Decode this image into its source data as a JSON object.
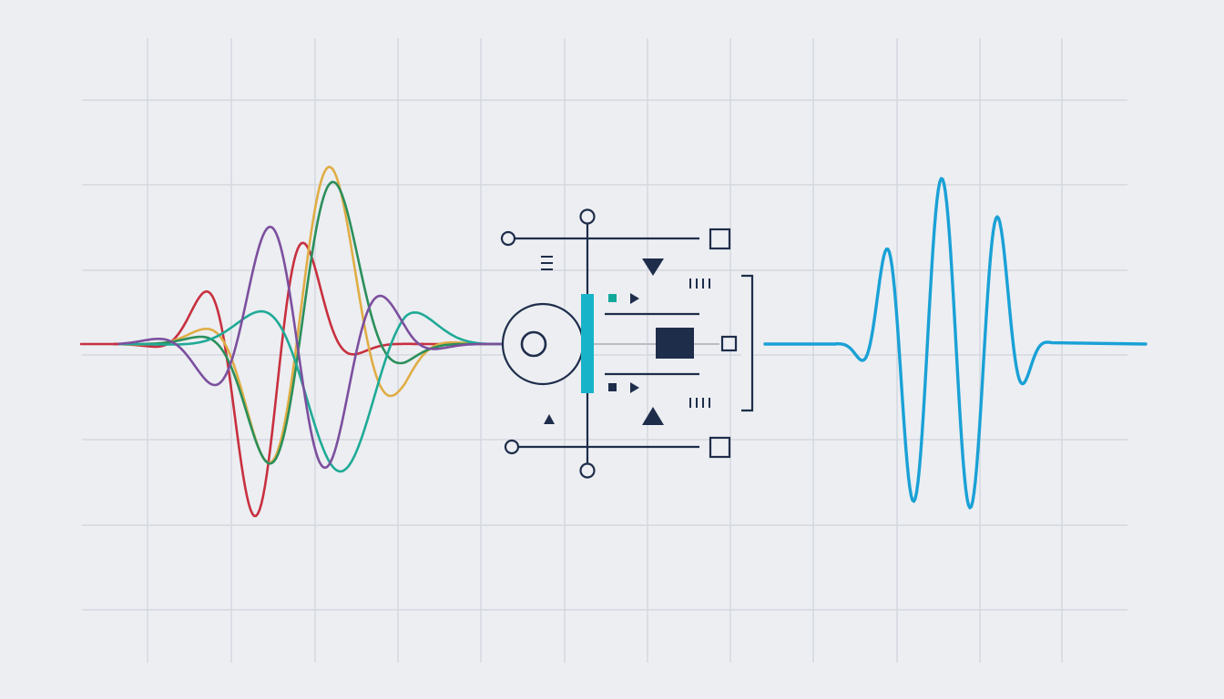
{
  "colors": {
    "background": "#eceef2",
    "grid": "#d3d7de",
    "navy": "#1e2d4a",
    "teal_bar": "#17b3c9",
    "teal_square": "#14a89a",
    "output_wave": "#19a1d6",
    "input_red": "#c8303f",
    "input_yellow": "#e0ad45",
    "input_green": "#2b8f5a",
    "input_teal": "#1faa96",
    "input_purple": "#7c4f9e",
    "mid_line": "#b9bcc4"
  },
  "components": {
    "input_waves": {
      "icon": "tangled-multicolor-waveforms",
      "series_colors": [
        "input_red",
        "input_yellow",
        "input_green",
        "input_teal",
        "input_purple"
      ]
    },
    "filter_block": {
      "icon": "signal-processing-circuit-schematic",
      "ports": [
        "open-circle-terminal",
        "square-terminal"
      ],
      "markers": [
        "triangle-down",
        "triangle-up",
        "play-arrow",
        "tick-marks",
        "bracket"
      ]
    },
    "output_wave": {
      "icon": "clean-single-blue-waveform"
    }
  }
}
